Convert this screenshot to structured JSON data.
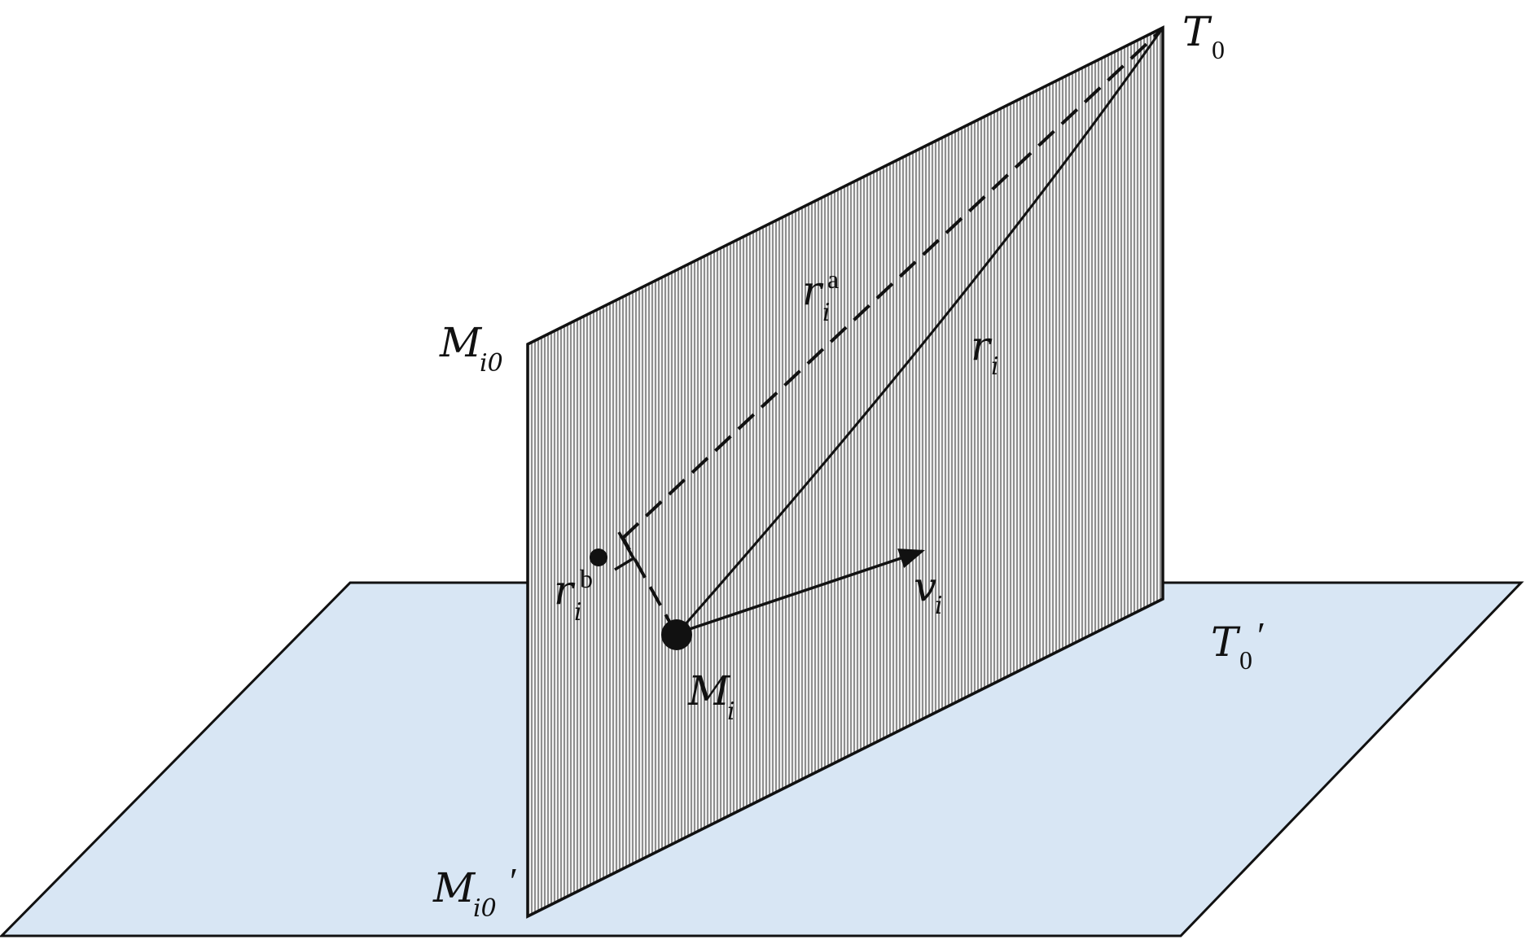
{
  "colors": {
    "ground_plane": "#d8e6f4",
    "ink": "#111111",
    "vertical_plane_bg": "#f2f2f2",
    "hatch": "#555555"
  },
  "labels": {
    "T0": {
      "main": "T",
      "sub": "0",
      "prime": ""
    },
    "T0_prime": {
      "main": "T",
      "sub": "0",
      "prime": "′"
    },
    "Mi0": {
      "main": "M",
      "sub": "i0",
      "prime": ""
    },
    "Mi0_prime": {
      "main": "M",
      "sub": "i0",
      "prime": "′"
    },
    "Mi": {
      "main": "M",
      "sub": "i"
    },
    "ri": {
      "main": "r",
      "sub": "i"
    },
    "ri_a": {
      "main": "r",
      "sub": "i",
      "sup": "a"
    },
    "ri_b": {
      "main": "r",
      "sub": "i",
      "sup": "b"
    },
    "vi": {
      "main": "v",
      "sub": "i"
    }
  }
}
